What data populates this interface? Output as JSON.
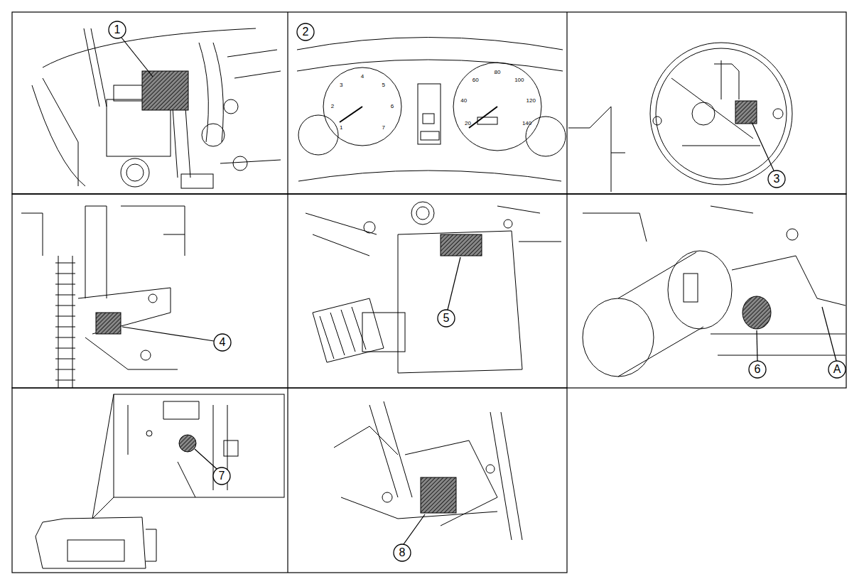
{
  "diagram": {
    "labels": [
      "1",
      "2",
      "1",
      "2",
      "3",
      "4",
      "5",
      "6",
      "7",
      "20",
      "40",
      "60",
      "80",
      "100",
      "120",
      "140",
      "3",
      "4",
      "5",
      "6",
      "A",
      "7",
      "8"
    ]
  }
}
